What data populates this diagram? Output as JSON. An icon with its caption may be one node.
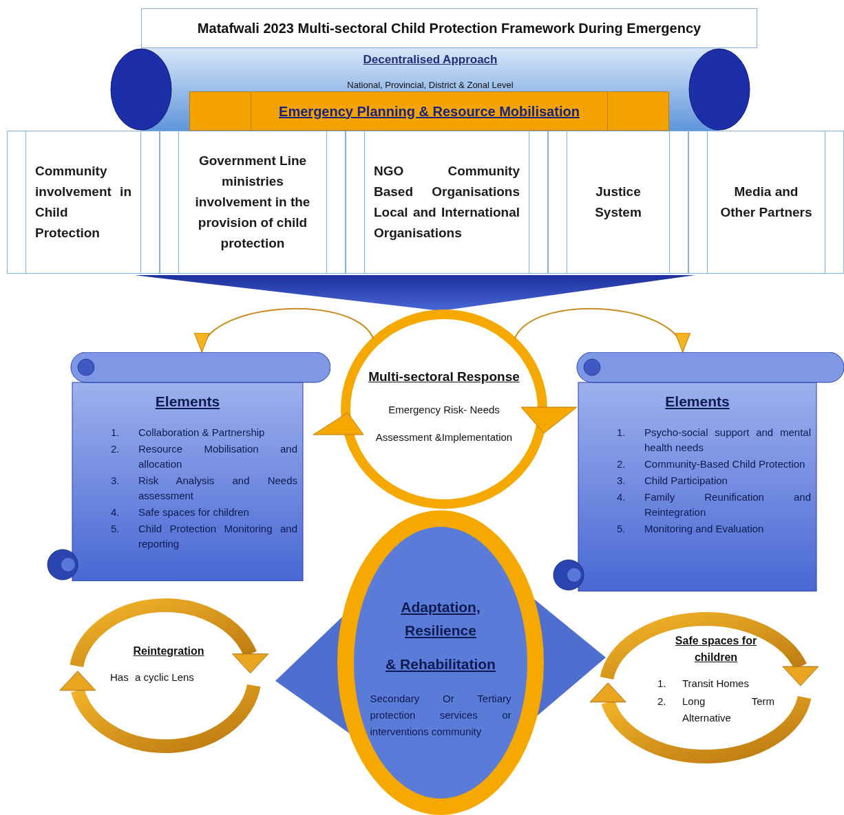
{
  "diagram": {
    "title": "Matafwali 2023 Multi-sectoral Child Protection Framework During Emergency",
    "nodes": [
      {
        "text": [
          "Decentralised Approach",
          "National, Provincial, District & Zonal Level"
        ]
      },
      {
        "text": [
          "Emergency Planning & Resource Mobilisation"
        ],
        "in": 0
      },
      {
        "text": [
          "Community involvement in Child Protection"
        ]
      },
      {
        "text": [
          "Government Line ministries involvement in the provision of child protection"
        ]
      },
      {
        "text": [
          "NGO Community Based Organisations Local and International Organisations"
        ]
      },
      {
        "text": [
          "Justice System"
        ]
      },
      {
        "text": [
          "Media and Other Partners"
        ]
      },
      {
        "text": [],
        "shape": "triangle"
      },
      {
        "text": [
          "Multi-sectoral Response",
          "Emergency Risk- Needs Assessment &Implementation"
        ]
      },
      {
        "text": [
          "Elements",
          "1. Collaboration & Partnership",
          "2. Resource Mobilisation and allocation",
          "3. Risk Analysis and Needs assessment",
          "4. Safe spaces for children",
          "5. Child Protection Monitoring and reporting"
        ]
      },
      {
        "text": [
          "Elements",
          "1. Psycho-social support and mental health needs",
          "2. Community-Based Child Protection",
          "3. Child Participation",
          "4. Family Reunification and Reintegration",
          "5. Monitoring and Evaluation"
        ]
      },
      {
        "text": [],
        "shape": "diamond"
      },
      {
        "text": [
          "Adaptation, Resilience",
          "& Rehabilitation",
          "Secondary Or Tertiary protection services or interventions community"
        ]
      },
      {
        "text": [
          "Reintegration",
          "Has a cyclic Lens"
        ]
      },
      {
        "text": [
          "Safe spaces for children",
          "1. Transit Homes",
          "2. Long Term Alternative"
        ]
      }
    ],
    "edges": [
      {
        "from": 8,
        "to": 9,
        "arrow": "to"
      },
      {
        "from": 8,
        "to": 10,
        "arrow": "to"
      }
    ]
  }
}
